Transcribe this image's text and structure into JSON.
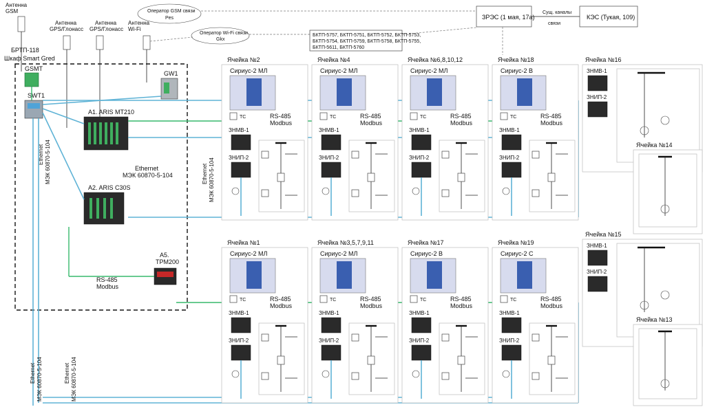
{
  "labels": {
    "antenna_gsm": [
      "Антенна",
      "GSM"
    ],
    "antenna_gps1": [
      "Антенна",
      "GPS/Глонасс"
    ],
    "antenna_gps2": [
      "Антенна",
      "GPS/Глонасс"
    ],
    "antenna_wifi": [
      "Антенна",
      "Wi-Fi"
    ],
    "cloud_gsm": [
      "Оператор GSM связи",
      "Pes"
    ],
    "cloud_wifi": [
      "Оператор Wi-Fi связи",
      "Gkx"
    ],
    "rec": "ЗРЭС (1 мая, 17а)",
    "channels": [
      "Сущ. каналы",
      "связи"
    ],
    "kes": "КЭС (Тукая, 109)",
    "btp_list": [
      "БКТП-5757, БКТП-5751, БКТП-5752, БКТП-5753,",
      "БКТП-5754, БКТП-5759, БКТП-5758, БКТП-5755,",
      "БКТП-5611, БКТП-5760"
    ],
    "btp": "БРТП-118",
    "cabinet": "Шкаф Smart Gred",
    "gsmt": "GSMT",
    "swt1": "SWT1",
    "gw1": "GW1",
    "a1": "A1. ARIS MT210",
    "a2": "A2. ARIS C30S",
    "a5": [
      "A5.",
      "TPM200"
    ],
    "rs485": [
      "RS-485",
      "Modbus"
    ],
    "ethernet": [
      "Ethernet",
      "МЭК 60870-5-104"
    ],
    "znmv1": "ЗНМВ-1",
    "znip2": "ЗНИП-2",
    "tc": "ТС"
  },
  "cells": [
    {
      "label": "Ячейка №2",
      "relay": "Сириус-2 МЛ"
    },
    {
      "label": "Ячейка №4",
      "relay": "Сириус-2 МЛ"
    },
    {
      "label": "Ячейка №6,8,10,12",
      "relay": "Сириус-2 МЛ"
    },
    {
      "label": "Ячейка №18",
      "relay": "Сириус-2 В"
    },
    {
      "label": "Ячейка №1",
      "relay": "Сириус-2 МЛ"
    },
    {
      "label": "Ячейка №3,5,7,9,11",
      "relay": "Сириус-2 МЛ"
    },
    {
      "label": "Ячейка №17",
      "relay": "Сириус-2 В"
    },
    {
      "label": "Ячейка №19",
      "relay": "Сириус-2 С"
    }
  ],
  "right_cells": [
    {
      "label": "Ячейка №16"
    },
    {
      "label": "Ячейка №14"
    },
    {
      "label": "Ячейка №15"
    },
    {
      "label": "Ячейка №13"
    }
  ],
  "colors": {
    "ethernet": "#5fb3d6",
    "rs485": "#36b86b",
    "relay_panel": "#3a5fb0"
  }
}
